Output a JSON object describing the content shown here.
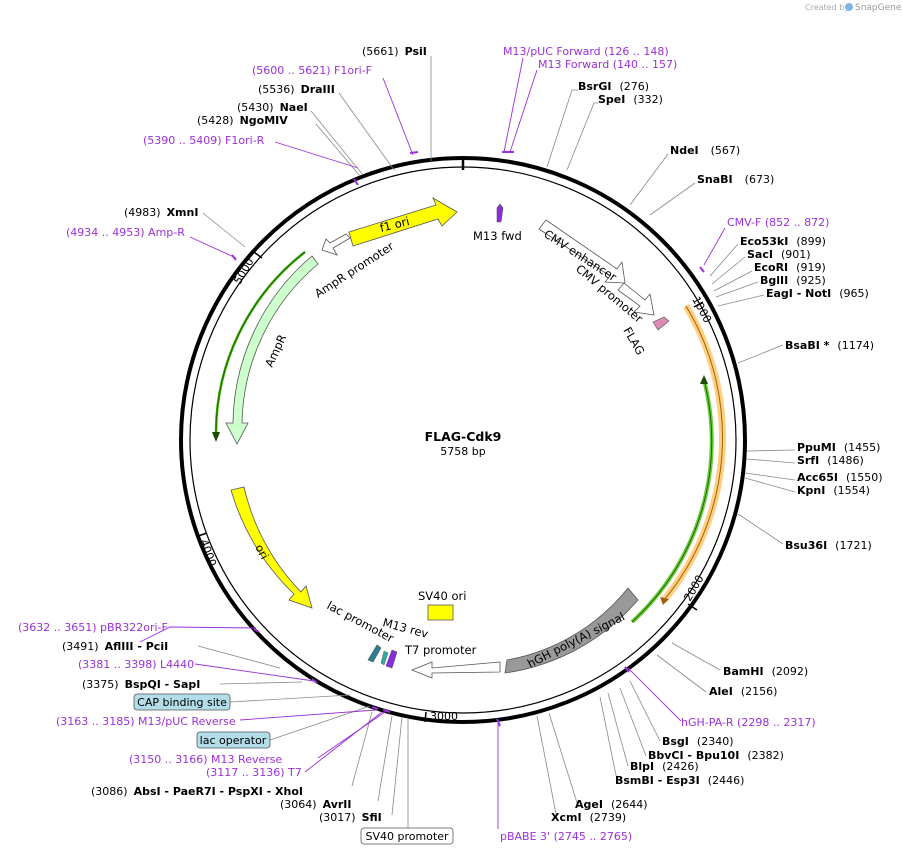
{
  "header": {
    "credit": "Created by",
    "app": "SnapGene"
  },
  "map": {
    "title": "FLAG-Cdk9",
    "length": "5758 bp",
    "ticks": [
      "1000",
      "2000",
      "3000",
      "4000",
      "5000"
    ]
  },
  "features": {
    "f1_ori": "f1 ori",
    "ampr_promoter": "AmpR promoter",
    "ampr": "AmpR",
    "ori": "ori",
    "m13_fwd": "M13 fwd",
    "cmv_enhancer": "CMV enhancer",
    "cmv_promoter": "CMV promoter",
    "flag": "FLAG",
    "sv40_ori": "SV40 ori",
    "lac_promoter": "lac promoter",
    "m13_rev": "M13 rev",
    "t7_promoter": "T7 promoter",
    "hgh_polya": "hGH poly(A) signal"
  },
  "boxed": {
    "cap": "CAP binding site",
    "lac_operator": "lac operator",
    "sv40_promoter": "SV40 promoter"
  },
  "labels_right": [
    {
      "name": "BsrGI",
      "pos": "(276)"
    },
    {
      "name": "SpeI",
      "pos": "(332)"
    },
    {
      "name": "NdeI",
      "pos": "(567)"
    },
    {
      "name": "SnaBI",
      "pos": "(673)"
    },
    {
      "name": "Eco53kI",
      "pos": "(899)"
    },
    {
      "name": "SacI",
      "pos": "(901)"
    },
    {
      "name": "EcoRI",
      "pos": "(919)"
    },
    {
      "name": "BglII",
      "pos": "(925)"
    },
    {
      "name": "EagI  - NotI",
      "pos": "(965)"
    },
    {
      "name": "BsaBI *",
      "pos": "(1174)"
    },
    {
      "name": "PpuMI",
      "pos": "(1455)"
    },
    {
      "name": "SrfI",
      "pos": "(1486)"
    },
    {
      "name": "Acc65I",
      "pos": "(1550)"
    },
    {
      "name": "KpnI",
      "pos": "(1554)"
    },
    {
      "name": "Bsu36I",
      "pos": "(1721)"
    },
    {
      "name": "BamHI",
      "pos": "(2092)"
    },
    {
      "name": "AleI",
      "pos": "(2156)"
    },
    {
      "name": "BsgI",
      "pos": "(2340)"
    },
    {
      "name": "BbvCI  - Bpu10I",
      "pos": "(2382)"
    },
    {
      "name": "BlpI",
      "pos": "(2426)"
    },
    {
      "name": "BsmBI  - Esp3I",
      "pos": "(2446)"
    },
    {
      "name": "AgeI",
      "pos": "(2644)"
    },
    {
      "name": "XcmI",
      "pos": "(2739)"
    }
  ],
  "labels_left": [
    {
      "pos": "(5661)",
      "name": "PsiI"
    },
    {
      "pos": "(5536)",
      "name": "DraIII"
    },
    {
      "pos": "(5430)",
      "name": "NaeI"
    },
    {
      "pos": "(5428)",
      "name": "NgoMIV"
    },
    {
      "pos": "(4983)",
      "name": "XmnI"
    },
    {
      "pos": "(3491)",
      "name": "AflIII   - PciI"
    },
    {
      "pos": "(3375)",
      "name": "BspQI   - SapI"
    },
    {
      "pos": "(3086)",
      "name": "AbsI   - PaeR7I   - PspXI   - XhoI"
    },
    {
      "pos": "(3064)",
      "name": "AvrII"
    },
    {
      "pos": "(3017)",
      "name": "SfiI"
    }
  ],
  "primers": [
    {
      "text": "(5600 .. 5621)  F1ori-F"
    },
    {
      "text": "(5390 .. 5409)  F1ori-R"
    },
    {
      "text": "(4934 .. 4953)  Amp-R"
    },
    {
      "text": "M13/pUC Forward    (126 .. 148)"
    },
    {
      "text": "M13 Forward    (140 .. 157)"
    },
    {
      "text": "CMV-F    (852 .. 872)"
    },
    {
      "text": "hGH-PA-R    (2298 .. 2317)"
    },
    {
      "text": "pBABE 3'    (2745 .. 2765)"
    },
    {
      "text": "(3632 .. 3651)  pBR322ori-F"
    },
    {
      "text": "(3381 .. 3398)  L4440"
    },
    {
      "text": "(3163 .. 3185)  M13/pUC Reverse"
    },
    {
      "text": "(3150 .. 3166)  M13 Reverse"
    },
    {
      "text": "(3117 .. 3136)  T7"
    }
  ],
  "colors": {
    "primer": "#9b30d9",
    "f1_ori": "#ffff00",
    "ampr": "#ccffcc",
    "hgh": "#999999",
    "orf_green": "#33aa00",
    "orf_orange": "#ffb04d",
    "cap_box": "#b3dde8"
  }
}
